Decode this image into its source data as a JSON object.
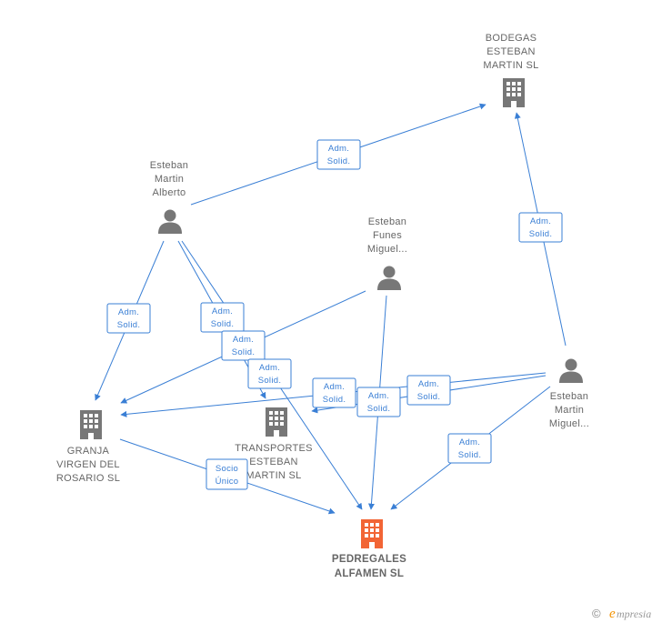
{
  "colors": {
    "edge": "#3a7fd5",
    "node_gray": "#777777",
    "node_focus": "#f26535",
    "label": "#666666"
  },
  "nodes": {
    "bodegas": {
      "type": "company",
      "label": [
        "BODEGAS",
        "ESTEBAN",
        "MARTIN SL"
      ],
      "icon": "building-icon"
    },
    "alberto": {
      "type": "person",
      "label": [
        "Esteban",
        "Martin",
        "Alberto"
      ],
      "icon": "person-icon"
    },
    "funes": {
      "type": "person",
      "label": [
        "Esteban",
        "Funes",
        "Miguel..."
      ],
      "icon": "person-icon"
    },
    "miguel": {
      "type": "person",
      "label": [
        "Esteban",
        "Martin",
        "Miguel..."
      ],
      "icon": "person-icon"
    },
    "granja": {
      "type": "company",
      "label": [
        "GRANJA",
        "VIRGEN DEL",
        "ROSARIO SL"
      ],
      "icon": "building-icon"
    },
    "transportes": {
      "type": "company",
      "label": [
        "TRANSPORTES",
        "ESTEBAN",
        "MARTIN SL"
      ],
      "icon": "building-icon"
    },
    "pedregales": {
      "type": "company-focus",
      "label": [
        "PEDREGALES",
        "ALFAMEN SL"
      ],
      "icon": "building-icon"
    }
  },
  "badges": {
    "adm_solid": [
      "Adm.",
      "Solid."
    ],
    "socio_unico": [
      "Socio",
      "Único"
    ]
  },
  "footer": {
    "copyright_symbol": "©",
    "brand_first": "e",
    "brand_rest": "mpresia"
  }
}
